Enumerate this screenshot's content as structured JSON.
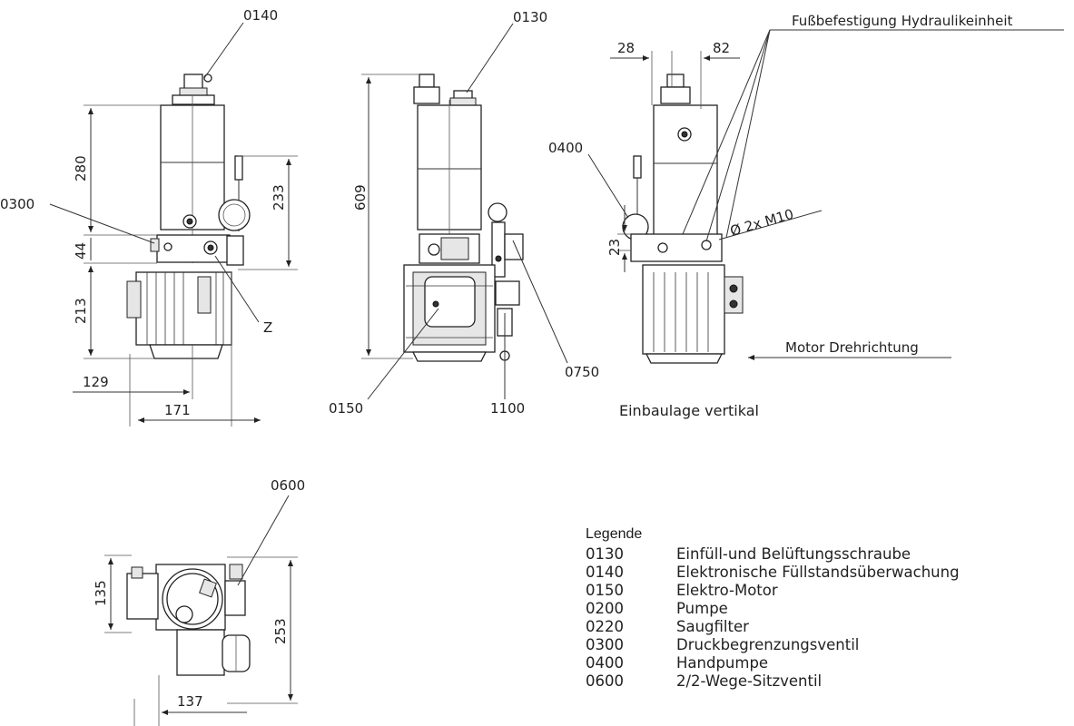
{
  "callouts": {
    "c0140": "0140",
    "c0130": "0130",
    "c0300": "0300",
    "c0400": "0400",
    "c0150": "0150",
    "c1100": "1100",
    "c0750": "0750",
    "c0600": "0600",
    "z": "Z"
  },
  "dimensions": {
    "d280": "280",
    "d233": "233",
    "d44": "44",
    "d213": "213",
    "d129": "129",
    "d171": "171",
    "d609": "609",
    "d28": "28",
    "d82": "82",
    "d23": "23",
    "thread": "Ø 2x M10",
    "d135": "135",
    "d253": "253",
    "d137": "137"
  },
  "annotations": {
    "foot_mount": "Fußbefestigung Hydraulikeinheit",
    "motor_rotation": "Motor Drehrichtung",
    "orientation": "Einbaulage vertikal"
  },
  "legend": {
    "title": "Legende",
    "items": [
      {
        "code": "0130",
        "text": "Einfüll-und Belüftungsschraube"
      },
      {
        "code": "0140",
        "text": "Elektronische Füllstandsüberwachung"
      },
      {
        "code": "0150",
        "text": "Elektro-Motor"
      },
      {
        "code": "0200",
        "text": "Pumpe"
      },
      {
        "code": "0220",
        "text": "Saugfilter"
      },
      {
        "code": "0300",
        "text": "Druckbegrenzungsventil"
      },
      {
        "code": "0400",
        "text": "Handpumpe"
      },
      {
        "code": "0600",
        "text": "2/2-Wege-Sitzventil"
      }
    ]
  }
}
